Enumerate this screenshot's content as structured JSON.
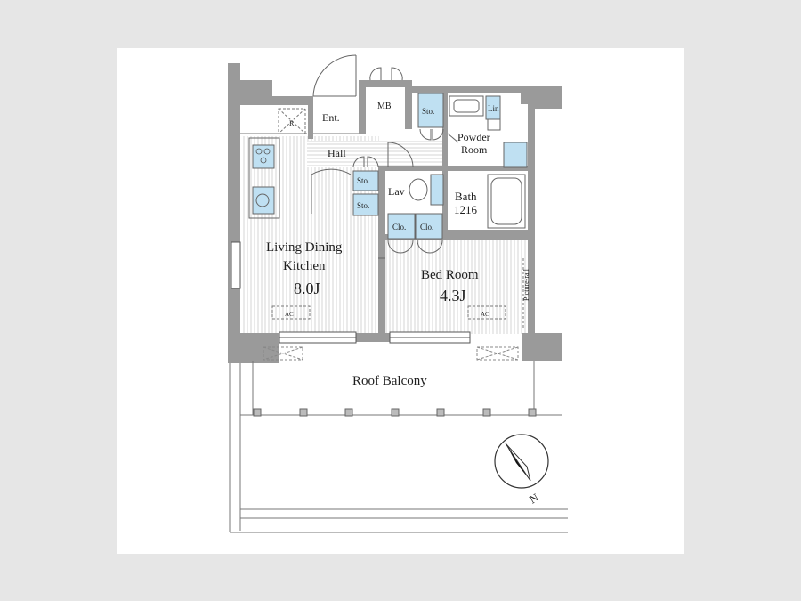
{
  "rooms": {
    "living": {
      "line1": "Living Dining",
      "line2": "Kitchen",
      "size": "8.0J"
    },
    "bed": {
      "name": "Bed Room",
      "size": "4.3J"
    },
    "entrance": "Ent.",
    "hall": "Hall",
    "mb": "MB",
    "powder": {
      "line1": "Powder",
      "line2": "Room"
    },
    "bath": {
      "name": "Bath",
      "size": "1216"
    },
    "lav": "Lav",
    "balcony": "Roof Balcony"
  },
  "fixtures": {
    "storage": "Sto.",
    "closet": "Clo.",
    "linen": "Lin",
    "refrigerator": "R",
    "ac": "AC",
    "picture_rail": "Picture-rail"
  },
  "compass": {
    "north_letter": "N"
  },
  "colors": {
    "wall": "#9a9a9a",
    "storage_fill": "#bfe0f2",
    "floor_hatch": "#d6d6d6",
    "background": "#e6e6e6"
  }
}
